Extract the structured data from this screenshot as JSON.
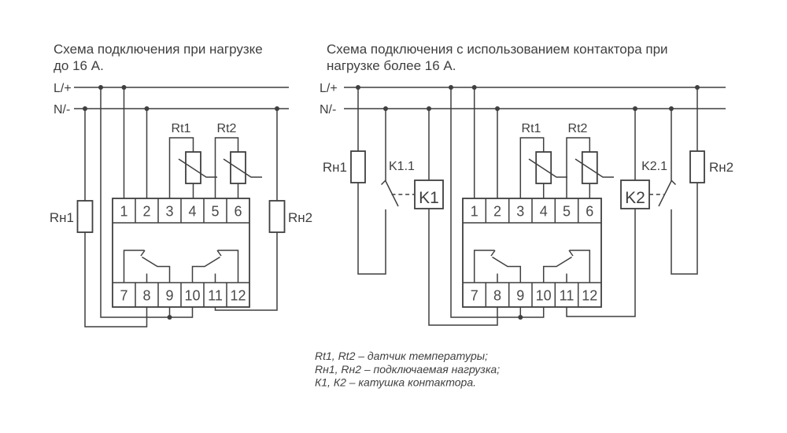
{
  "colors": {
    "ink": "#3f3f3f",
    "background": "#ffffff"
  },
  "left_diagram": {
    "title_line1": "Схема подключения при нагрузке",
    "title_line2": "до 16 А.",
    "line_bus_label": "L/+",
    "neutral_bus_label": "N/-",
    "load1_label": "Rн1",
    "load2_label": "Rн2",
    "sensor1_label": "Rt1",
    "sensor2_label": "Rt2",
    "terminals_top": [
      "1",
      "2",
      "3",
      "4",
      "5",
      "6"
    ],
    "terminals_bottom": [
      "7",
      "8",
      "9",
      "10",
      "11",
      "12"
    ]
  },
  "right_diagram": {
    "title_line1": "Схема подключения с использованием контактора при",
    "title_line2": "нагрузке более 16 А.",
    "line_bus_label": "L/+",
    "neutral_bus_label": "N/-",
    "load1_label": "Rн1",
    "load2_label": "Rн2",
    "sensor1_label": "Rt1",
    "sensor2_label": "Rt2",
    "contactor1_contact_label": "K1.1",
    "contactor1_coil_label": "K1",
    "contactor2_contact_label": "K2.1",
    "contactor2_coil_label": "K2",
    "terminals_top": [
      "1",
      "2",
      "3",
      "4",
      "5",
      "6"
    ],
    "terminals_bottom": [
      "7",
      "8",
      "9",
      "10",
      "11",
      "12"
    ]
  },
  "legend": {
    "line1": "Rt1, Rt2 – датчик температуры;",
    "line2": "Rн1, Rн2 – подключаемая нагрузка;",
    "line3": "К1, К2 – катушка контактора."
  }
}
